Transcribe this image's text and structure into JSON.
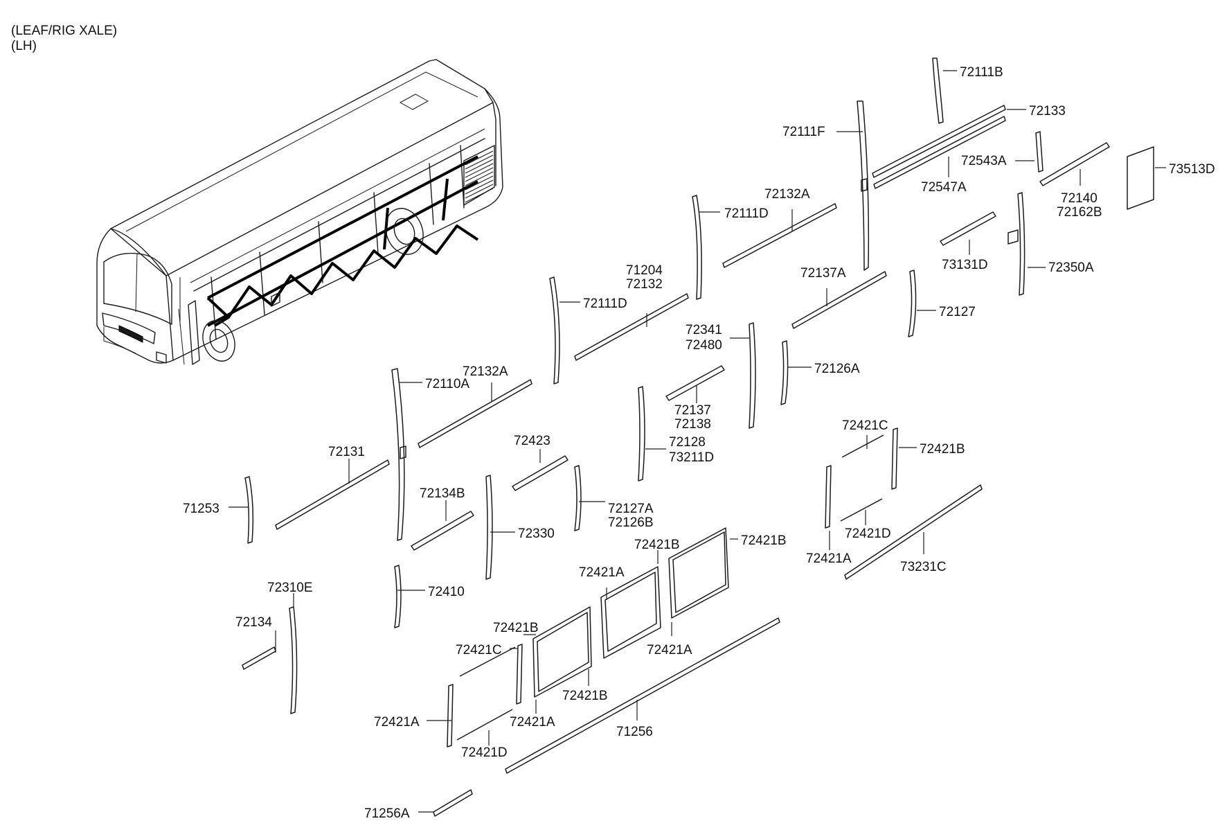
{
  "header": {
    "line1": "(LEAF/RIG XALE)",
    "line2": "(LH)"
  },
  "part_labels": [
    {
      "id": "p1",
      "text": "72111B"
    },
    {
      "id": "p2",
      "text": "72133"
    },
    {
      "id": "p3",
      "text": "72111F"
    },
    {
      "id": "p4",
      "text": "72543A"
    },
    {
      "id": "p5",
      "text": "73513D"
    },
    {
      "id": "p6",
      "text": "72547A"
    },
    {
      "id": "p7",
      "text": "72140"
    },
    {
      "id": "p8",
      "text": "72162B"
    },
    {
      "id": "p9",
      "text": "72132A"
    },
    {
      "id": "p10",
      "text": "72111D"
    },
    {
      "id": "p11",
      "text": "73131D"
    },
    {
      "id": "p12",
      "text": "72350A"
    },
    {
      "id": "p13",
      "text": "71204"
    },
    {
      "id": "p14",
      "text": "72132"
    },
    {
      "id": "p15",
      "text": "72137A"
    },
    {
      "id": "p16",
      "text": "72111D"
    },
    {
      "id": "p17",
      "text": "72127"
    },
    {
      "id": "p18",
      "text": "72341"
    },
    {
      "id": "p19",
      "text": "72480"
    },
    {
      "id": "p20",
      "text": "72126A"
    },
    {
      "id": "p21",
      "text": "72132A"
    },
    {
      "id": "p22",
      "text": "72110A"
    },
    {
      "id": "p23",
      "text": "72137"
    },
    {
      "id": "p24",
      "text": "72138"
    },
    {
      "id": "p25",
      "text": "72421C"
    },
    {
      "id": "p26",
      "text": "72421B"
    },
    {
      "id": "p27",
      "text": "72128"
    },
    {
      "id": "p28",
      "text": "73211D"
    },
    {
      "id": "p29",
      "text": "72423"
    },
    {
      "id": "p30",
      "text": "72131"
    },
    {
      "id": "p31",
      "text": "72134B"
    },
    {
      "id": "p32",
      "text": "72127A"
    },
    {
      "id": "p33",
      "text": "72126B"
    },
    {
      "id": "p34",
      "text": "71253"
    },
    {
      "id": "p35",
      "text": "72330"
    },
    {
      "id": "p36",
      "text": "72421D"
    },
    {
      "id": "p37",
      "text": "72421B"
    },
    {
      "id": "p38",
      "text": "72421B"
    },
    {
      "id": "p39",
      "text": "72421A"
    },
    {
      "id": "p40",
      "text": "73231C"
    },
    {
      "id": "p41",
      "text": "72421A"
    },
    {
      "id": "p42",
      "text": "72310E"
    },
    {
      "id": "p43",
      "text": "72410"
    },
    {
      "id": "p44",
      "text": "72134"
    },
    {
      "id": "p45",
      "text": "72421B"
    },
    {
      "id": "p46",
      "text": "72421A"
    },
    {
      "id": "p47",
      "text": "72421C"
    },
    {
      "id": "p48",
      "text": "72421B"
    },
    {
      "id": "p49",
      "text": "72421A"
    },
    {
      "id": "p50",
      "text": "72421A"
    },
    {
      "id": "p51",
      "text": "71256"
    },
    {
      "id": "p52",
      "text": "72421D"
    },
    {
      "id": "p53",
      "text": "71256A"
    }
  ]
}
